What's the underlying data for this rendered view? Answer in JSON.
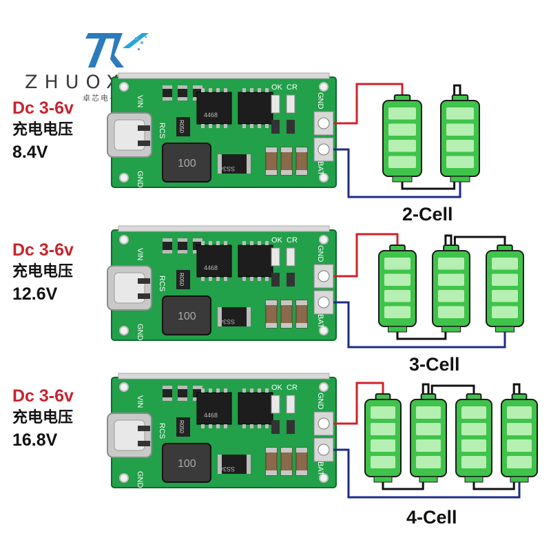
{
  "logo": {
    "brand": "ZHUOXIN",
    "subtitle": "卓芯电子"
  },
  "modules": [
    {
      "input": "Dc 3-6v",
      "caption": "充电电压",
      "output": "8.4V",
      "cells_label": "2-Cell",
      "cells": 2
    },
    {
      "input": "Dc 3-6v",
      "caption": "充电电压",
      "output": "12.6V",
      "cells_label": "3-Cell",
      "cells": 3
    },
    {
      "input": "Dc 3-6v",
      "caption": "充电电压",
      "output": "16.8V",
      "cells_label": "4-Cell",
      "cells": 4
    }
  ],
  "pcb_labels": {
    "vin": "VIN",
    "rcs": "RCS",
    "r050": "R050",
    "gnd": "GND",
    "ok": "OK",
    "cr": "CR",
    "bat": "BAT",
    "inductor": "100",
    "diode": "SS34",
    "ic": "4468"
  },
  "colors": {
    "pcb": "#22a04a",
    "pcb_dark": "#178038",
    "battery": "#3fc34a",
    "wire_red": "#d0202a",
    "wire_blue": "#1c2a8a",
    "wire_black": "#111111"
  }
}
